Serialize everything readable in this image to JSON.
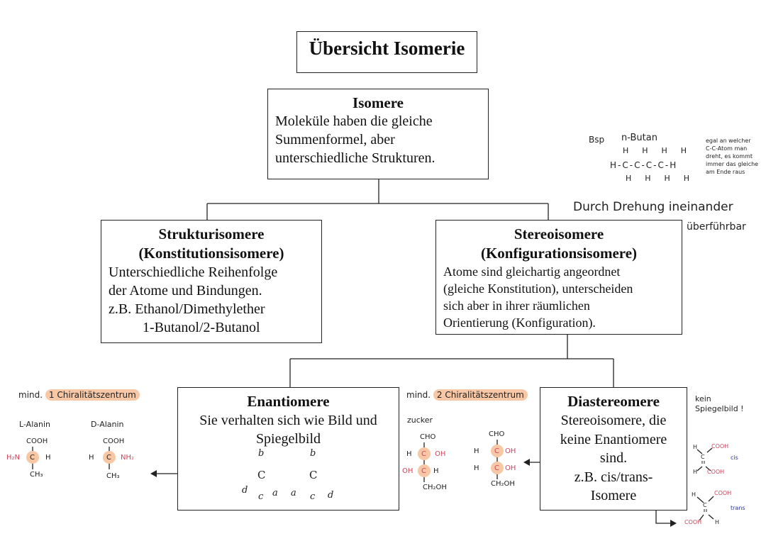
{
  "title": "Übersicht Isomerie",
  "isomere": {
    "heading": "Isomere",
    "lines": [
      "Moleküle haben die gleiche",
      "Summenformel, aber",
      "unterschiedliche Strukturen."
    ]
  },
  "strukturisomere": {
    "heading1": "Strukturisomere",
    "heading2": "(Konstitutionsisomere)",
    "lines": [
      "Unterschiedliche Reihenfolge",
      "der Atome und Bindungen.",
      "z.B. Ethanol/Dimethylether",
      "1-Butanol/2-Butanol"
    ]
  },
  "stereoisomere": {
    "heading1": "Stereoisomere",
    "heading2": "(Konfigurationsisomere)",
    "lines": [
      "Atome sind gleichartig angeordnet",
      "(gleiche Konstitution), unterscheiden",
      "sich aber in ihrer räumlichen",
      "Orientierung (Konfiguration)."
    ]
  },
  "enantiomere": {
    "heading": "Enantiomere",
    "lines": [
      "Sie verhalten sich wie Bild und",
      "Spiegelbild"
    ],
    "mirror_left": {
      "top": "b",
      "center": "C",
      "left": "d",
      "bottom": "c",
      "wedge": "a"
    },
    "mirror_right": {
      "top": "b",
      "center": "C",
      "right": "d",
      "bottom": "c",
      "wedge": "a"
    }
  },
  "diastereomere": {
    "heading": "Diastereomere",
    "lines": [
      "Stereoisomere, die",
      "keine Enantiomere",
      "sind.",
      "z.B. cis/trans-",
      "Isomere"
    ]
  },
  "notes": {
    "butan": {
      "label_bsp": "Bsp",
      "label_name": "n-Butan",
      "row_top": "H  H  H  H",
      "row_mid": "H-C-C-C-C-H",
      "row_bot": "H  H  H  H",
      "side_text": [
        "egal an welcher",
        "C-C-Atom man",
        "dreht, es kommt",
        "immer das gleiche",
        "am Ende raus"
      ]
    },
    "rotation": [
      "Durch Drehung ineinander",
      "überführbar"
    ],
    "enant_note": {
      "prefix": "mind.",
      "highlight": "1 Chiralitätszentrum"
    },
    "alanin_l": {
      "name": "L-Alanin",
      "top": "COOH",
      "left": "H₂N",
      "center": "C",
      "right": "H",
      "bottom": "CH₃"
    },
    "alanin_d": {
      "name": "D-Alanin",
      "top": "COOH",
      "left": "H",
      "center": "C",
      "right": "NH₂",
      "bottom": "CH₃"
    },
    "dia_note": {
      "prefix": "mind.",
      "highlight": "2 Chiralitätszentrum"
    },
    "zucker": {
      "label": "zucker",
      "mol1": {
        "top": "CHO",
        "r1_left": "H",
        "r1_right": "OH",
        "r2_left": "OH",
        "r2_right": "H",
        "bottom": "CH₂OH"
      },
      "mol2": {
        "top": "CHO",
        "r1_left": "H",
        "r1_right": "OH",
        "r2_left": "H",
        "r2_right": "OH",
        "bottom": "CH₂OH"
      }
    },
    "kein_spiegelbild": [
      "kein",
      "Spiegelbild !"
    ],
    "cis": {
      "h1": "H",
      "h2": "H",
      "cooh1": "COOH",
      "cooh2": "COOH",
      "c": "C",
      "label": "cis"
    },
    "trans": {
      "h1": "H",
      "h2": "H",
      "cooh1": "COOH",
      "cooh2": "COOH",
      "c": "C",
      "label": "trans"
    }
  },
  "colors": {
    "highlight": "#f7c7a6",
    "red": "#d0445a",
    "blue": "#2531a8"
  }
}
